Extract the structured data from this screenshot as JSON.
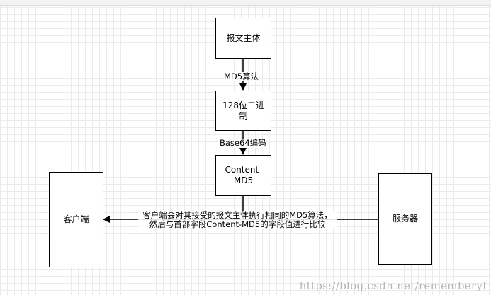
{
  "diagram": {
    "nodes": {
      "message_body": "报文主体",
      "binary_128_line1": "128位二进",
      "binary_128_line2": "制",
      "content_md5_line1": "Content-",
      "content_md5_line2": "MD5",
      "client": "客户端",
      "server": "服务器"
    },
    "edges": {
      "md5_algorithm": "MD5算法",
      "base64_encoding": "Base64编码",
      "verify_line1": "客户端会对其接受的报文主体执行相同的MD5算法，",
      "verify_line2": "然后与首部字段Content-MD5的字段值进行比较"
    }
  },
  "watermark": "https://blog.csdn.net/rememberyf"
}
